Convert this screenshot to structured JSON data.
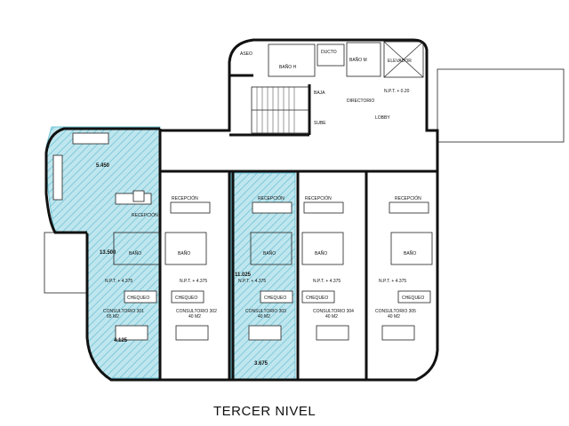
{
  "title": "TERCER NIVEL",
  "colors": {
    "highlight": "#bfe6ee",
    "hatch": "#6fc4d6",
    "wall": "#111111"
  },
  "labels": {
    "aseo": "ASEO",
    "bano_h": "BAÑO H",
    "ducto": "DUCTO",
    "bano_m": "BAÑO M",
    "elevador": "ELEVADOR",
    "npt_lobby": "N.P.T. + 0.20",
    "baja": "BAJA",
    "sube": "SUBE",
    "directorio": "DIRECTORIO",
    "lobby": "LOBBY",
    "recepcion": "RECEPCIÓN",
    "bano": "BAÑO",
    "npt": "N.P.T. + 4.375",
    "chequeo": "CHEQUEO"
  },
  "offices": [
    {
      "name": "CONSULTORIO 301",
      "area": "65 M2"
    },
    {
      "name": "CONSULTORIO 302",
      "area": "40 M2"
    },
    {
      "name": "CONSULTORIO 303",
      "area": "40 M2"
    },
    {
      "name": "CONSULTORIO 304",
      "area": "40 M2"
    },
    {
      "name": "CONSULTORIO 305",
      "area": "40 M2"
    }
  ],
  "dimensions": {
    "d1": "5.450",
    "d2": "13.500",
    "d3": "4.125",
    "d4": "11.025",
    "d5": "3.675"
  }
}
